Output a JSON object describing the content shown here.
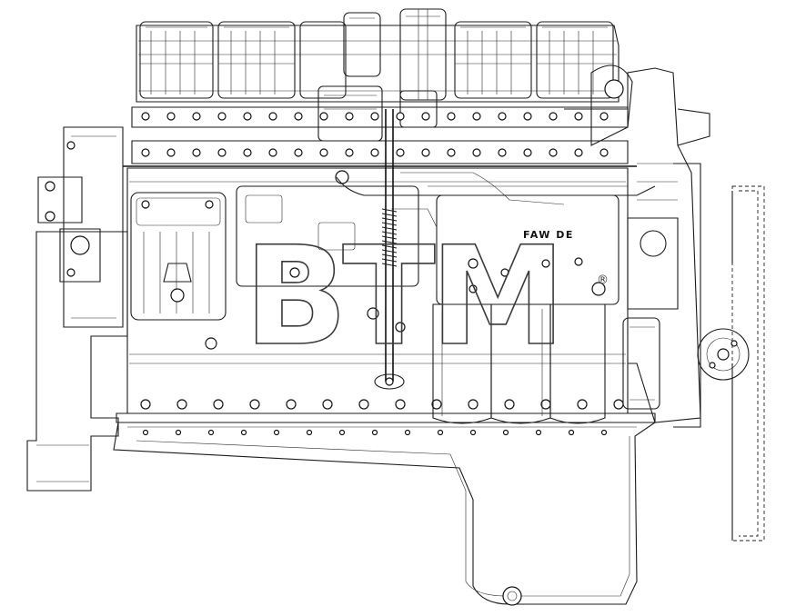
{
  "diagram": {
    "plate_brand": "FAW DE",
    "watermark": "BTM",
    "watermark_mark": "®"
  },
  "icons": {
    "engine": "engine-side-view-drawing",
    "pulley": "crank-pulley-icon",
    "fan": "fan-blade-icon"
  }
}
